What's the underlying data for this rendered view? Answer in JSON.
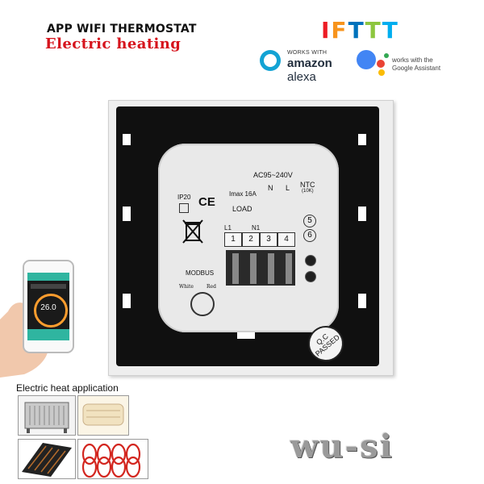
{
  "header": {
    "line1": "APP WIFI THERMOSTAT",
    "line2": "Electric heating"
  },
  "badges": {
    "ifttt": [
      "I",
      "F",
      "T",
      "T",
      "T"
    ],
    "ifttt_colors": [
      "#ed1c24",
      "#f7941d",
      "#0072bc",
      "#8dc63f",
      "#00aeef"
    ],
    "alexa_small": "WORKS WITH",
    "alexa_brand": "amazon",
    "alexa_word": "alexa",
    "google_line1": "works with the",
    "google_line2": "Google Assistant"
  },
  "device": {
    "ip": "IP20",
    "ce": "CE",
    "imax": "Imax 16A",
    "voltage": "AC95~240V",
    "load": "LOAD",
    "n_label": "N",
    "l_label": "L",
    "l1": "L1",
    "n1": "N1",
    "ntc": "NTC",
    "ntc_sub": "(10K)",
    "terminals": [
      "1",
      "2",
      "3",
      "4"
    ],
    "ntc_terms": [
      "5",
      "6"
    ],
    "modbus": "MODBUS",
    "white": "White",
    "red": "Red",
    "qc_line1": "Q.C",
    "qc_line2": "PASSED"
  },
  "phone": {
    "temperature": "26.0"
  },
  "application": {
    "title": "Electric heat application"
  },
  "brand": {
    "name": "wu-si"
  }
}
